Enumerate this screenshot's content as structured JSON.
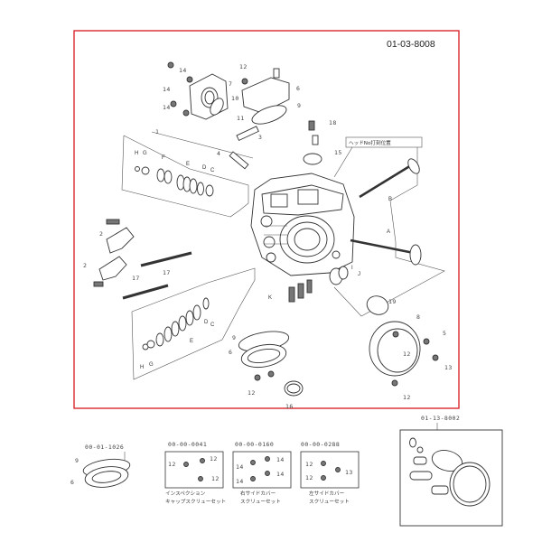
{
  "diagram": {
    "title_code": "01-03-8008",
    "head_note": "ヘッドNo打刻位置",
    "labels_main": {
      "n1": "1",
      "n2a": "2",
      "n2b": "2",
      "n3": "3",
      "n4": "4",
      "n5": "5",
      "n6a": "6",
      "n6b": "6",
      "n7": "7",
      "n8": "8",
      "n9a": "9",
      "n9b": "9",
      "n10": "10",
      "n11": "11",
      "n12a": "12",
      "n12b": "12",
      "n12c": "12",
      "n12d": "12",
      "n13": "13",
      "n14a": "14",
      "n14b": "14",
      "n14c": "14",
      "n15": "15",
      "n16": "16",
      "n17a": "17",
      "n17b": "17",
      "n18": "18",
      "n19": "19",
      "A": "A",
      "B": "B",
      "C1": "C",
      "C2": "C",
      "D1": "D",
      "D2": "D",
      "E1": "E",
      "E2": "E",
      "F": "F",
      "G1": "G",
      "G2": "G",
      "H1": "H",
      "H2": "H",
      "I": "I",
      "J": "J",
      "K": "K"
    },
    "kits": [
      {
        "code": "00-01-1026",
        "nums": [
          "9",
          "6"
        ],
        "caption1": "",
        "caption2": ""
      },
      {
        "code": "00-00-0041",
        "nums": [
          "12",
          "12",
          "12"
        ],
        "caption1": "インスペクション",
        "caption2": "キャップスクリューセット"
      },
      {
        "code": "00-00-0160",
        "nums": [
          "14",
          "14",
          "14",
          "14"
        ],
        "caption1": "右サイドカバー",
        "caption2": "スクリューセット"
      },
      {
        "code": "00-00-0288",
        "nums": [
          "12",
          "12",
          "13"
        ],
        "caption1": "左サイドカバー",
        "caption2": "スクリューセット"
      }
    ],
    "gasket_set_code": "01-13-8002",
    "colors": {
      "frame": "#d9272e",
      "line": "#444444"
    }
  }
}
